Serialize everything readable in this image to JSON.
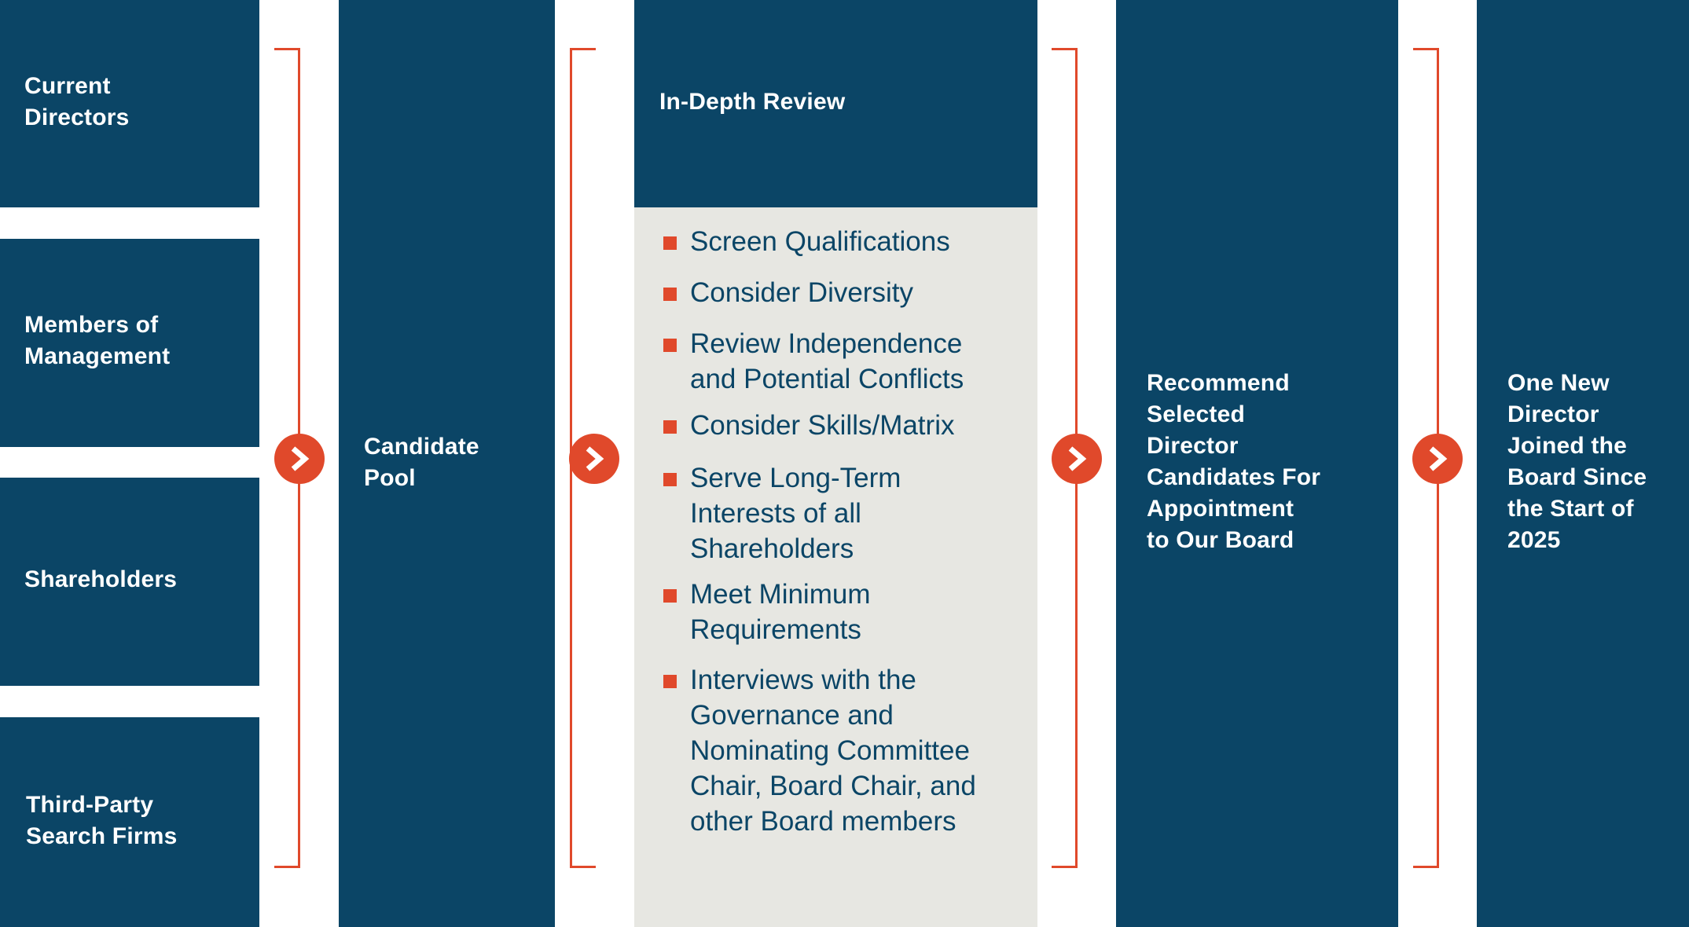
{
  "colors": {
    "navy": "#0b4566",
    "accent": "#e0492b",
    "gray": "#e7e7e2"
  },
  "sources": [
    "Current\nDirectors",
    "Members of\nManagement",
    "Shareholders",
    "Third-Party\nSearch Firms"
  ],
  "candidate_pool": "Candidate\nPool",
  "review": {
    "title": "In-Depth Review",
    "items": [
      "Screen Qualifications",
      "Consider Diversity",
      "Review Independence\nand Potential Conflicts",
      "Consider Skills/Matrix",
      "Serve Long-Term\nInterests of all\nShareholders",
      "Meet Minimum\nRequirements",
      "Interviews with the\nGovernance and\nNominating Committee\nChair, Board Chair, and\nother Board members"
    ]
  },
  "recommend": "Recommend\nSelected\nDirector\nCandidates For\nAppointment\nto Our Board",
  "outcome": "One New\nDirector\nJoined the\nBoard Since\nthe Start of\n2025",
  "icons": {
    "arrow": "chevron-right-icon",
    "bullet": "square-bullet-icon"
  }
}
